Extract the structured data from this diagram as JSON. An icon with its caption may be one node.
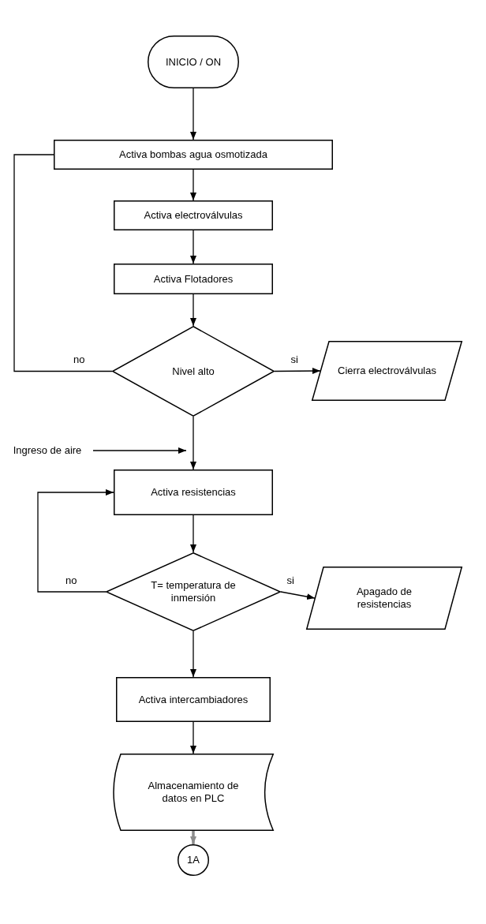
{
  "diagram": {
    "nodes": [
      {
        "text": [
          "INICIO / ON"
        ]
      },
      {
        "text": [
          "Activa bombas agua osmotizada"
        ]
      },
      {
        "text": [
          "Activa electroválvulas"
        ]
      },
      {
        "text": [
          "Activa Flotadores"
        ]
      },
      {
        "text": [
          "Nivel alto"
        ]
      },
      {
        "text": [
          "Cierra electroválvulas"
        ]
      },
      {
        "text": [
          "Ingreso de aire"
        ]
      },
      {
        "text": [
          "Activa resistencias"
        ]
      },
      {
        "text": [
          "T= temperatura de inmersión"
        ]
      },
      {
        "text": [
          "Apagado de resistencias"
        ]
      },
      {
        "text": [
          "Activa intercambiadores"
        ]
      },
      {
        "text": [
          "Almacenamiento de datos en PLC"
        ]
      },
      {
        "text": [
          "1A"
        ]
      }
    ],
    "edges": [
      {
        "from": 0,
        "to": 1,
        "arrow": "to"
      },
      {
        "from": 1,
        "to": 2,
        "arrow": "to"
      },
      {
        "from": 2,
        "to": 3,
        "arrow": "to"
      },
      {
        "from": 3,
        "to": 4,
        "arrow": "to"
      },
      {
        "from": 4,
        "to": 1,
        "arrow": "to",
        "label": "no"
      },
      {
        "from": 4,
        "to": 5,
        "arrow": "to",
        "label": "si"
      },
      {
        "from": 4,
        "to": 7,
        "arrow": "to"
      },
      {
        "from": 6,
        "to": 7,
        "arrow": "to"
      },
      {
        "from": 7,
        "to": 8,
        "arrow": "to"
      },
      {
        "from": 8,
        "to": 7,
        "arrow": "to",
        "label": "no"
      },
      {
        "from": 8,
        "to": 9,
        "arrow": "to",
        "label": "si"
      },
      {
        "from": 8,
        "to": 10,
        "arrow": "to"
      },
      {
        "from": 10,
        "to": 11,
        "arrow": "to"
      },
      {
        "from": 11,
        "to": 12,
        "arrow": "to",
        "style": "thick",
        "color": "#8c8c8c"
      }
    ]
  }
}
